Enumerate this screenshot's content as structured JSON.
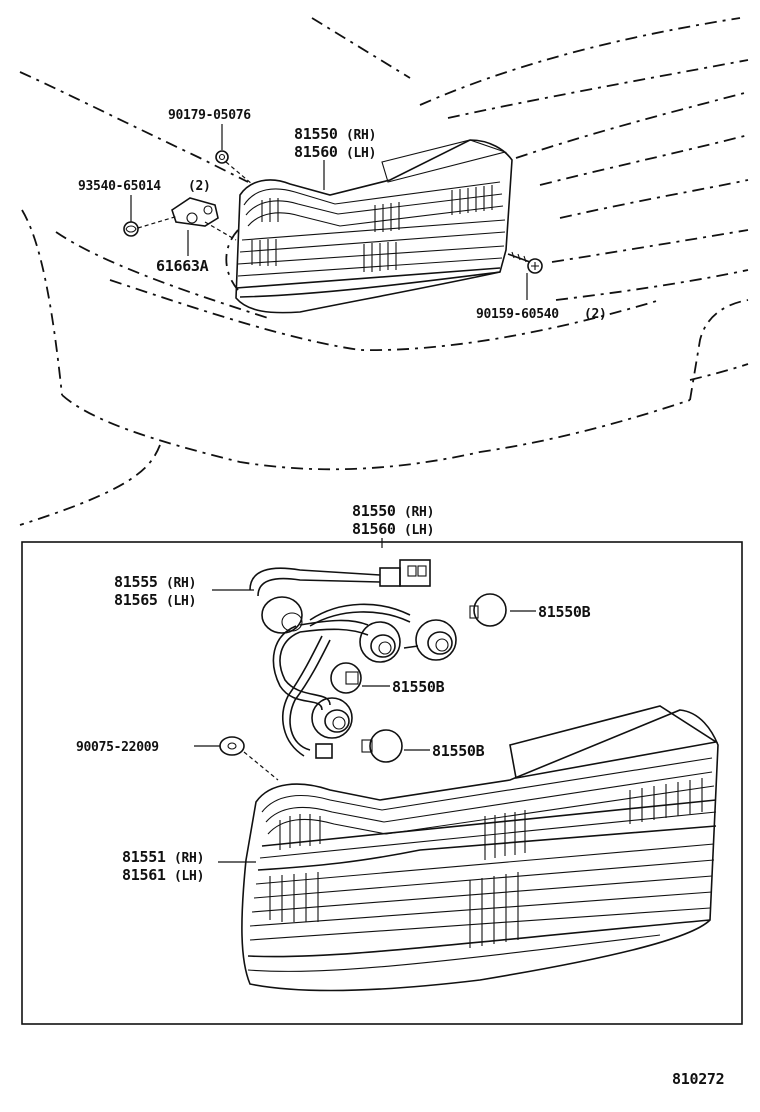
{
  "labels": {
    "part_90179": "90179-05076",
    "part_81550_top": "81550",
    "part_81550_top_side": "(RH)",
    "part_81560_top": "81560",
    "part_81560_top_side": "(LH)",
    "part_93540": "93540-65014",
    "part_93540_qty": "(2)",
    "part_61663A": "61663A",
    "part_90159": "90159-60540",
    "part_90159_qty": "(2)",
    "part_81550_box": "81550",
    "part_81550_box_side": "(RH)",
    "part_81560_box": "81560",
    "part_81560_box_side": "(LH)",
    "part_81555": "81555",
    "part_81555_side": "(RH)",
    "part_81565": "81565",
    "part_81565_side": "(LH)",
    "part_81550B_1": "81550B",
    "part_81550B_2": "81550B",
    "part_81550B_3": "81550B",
    "part_90075": "90075-22009",
    "part_81551": "81551",
    "part_81551_side": "(RH)",
    "part_81561": "81561",
    "part_81561_side": "(LH)",
    "diagram_number": "810272"
  }
}
